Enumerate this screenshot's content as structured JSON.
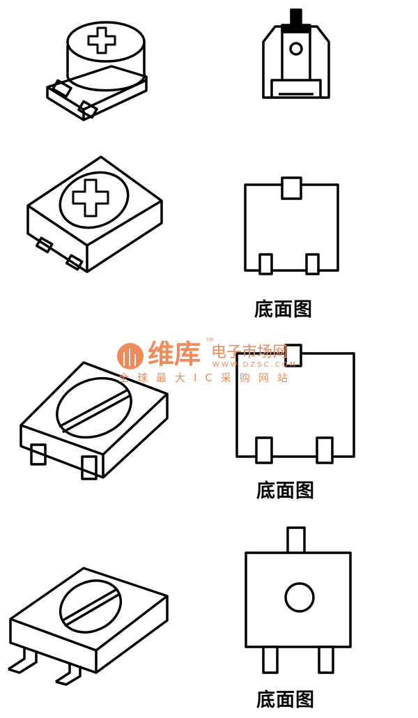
{
  "labels": {
    "bottom_view": "底面图"
  },
  "watermark": {
    "brand": "维库",
    "tm": "TM",
    "name": "电子市场网",
    "url": "WWW.DZSC.COM",
    "slogan": "全球最大IC采购网站",
    "color": "#f08a5a"
  },
  "line_color": "#000000"
}
